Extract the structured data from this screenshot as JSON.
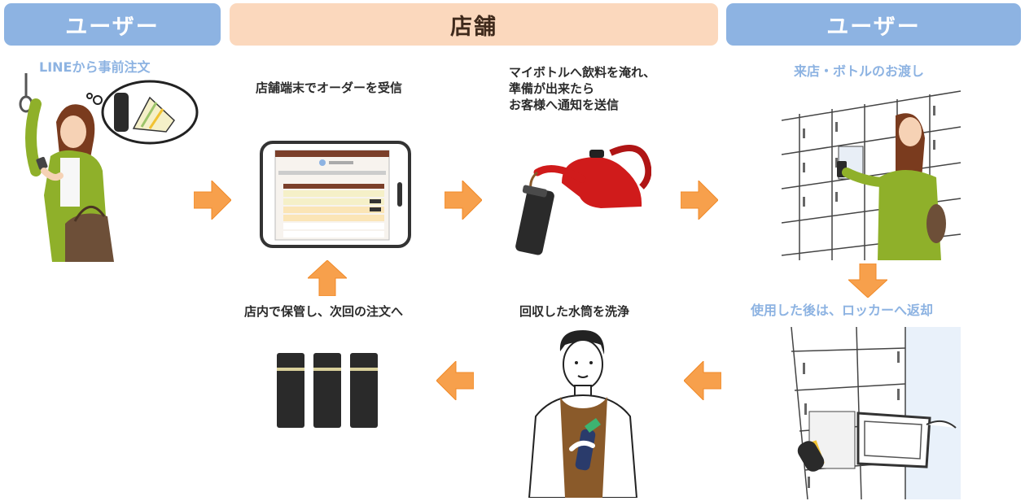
{
  "headers": {
    "left": "ユーザー",
    "center": "店舗",
    "right": "ユーザー"
  },
  "steps": {
    "order": "LINEから事前注文",
    "receive": "店舗端末でオーダーを受信",
    "pour_line1": "マイボトルへ飲料を淹れ、",
    "pour_line2": "準備が出来たら",
    "pour_line3": "お客様へ通知を送信",
    "pickup": "来店・ボトルのお渡し",
    "return": "使用した後は、ロッカーへ返却",
    "wash": "回収した水筒を洗浄",
    "store": "店内で保管し、次回の注文へ"
  },
  "colors": {
    "header_user": "#8db3e2",
    "header_store": "#fbd8bd",
    "arrow": "#f7a04c",
    "step_user_text": "#8db3e2",
    "step_store_text": "#2b2b2b"
  },
  "icons": {
    "arrow": "orange-block-arrow",
    "commuter": "woman-phone-icon",
    "tablet": "tablet-icon",
    "kettle": "kettle-icon",
    "locker_pickup": "locker-pickup-icon",
    "locker_return": "locker-return-icon",
    "barista": "barista-washing-icon",
    "bottles": "bottles-icon"
  }
}
